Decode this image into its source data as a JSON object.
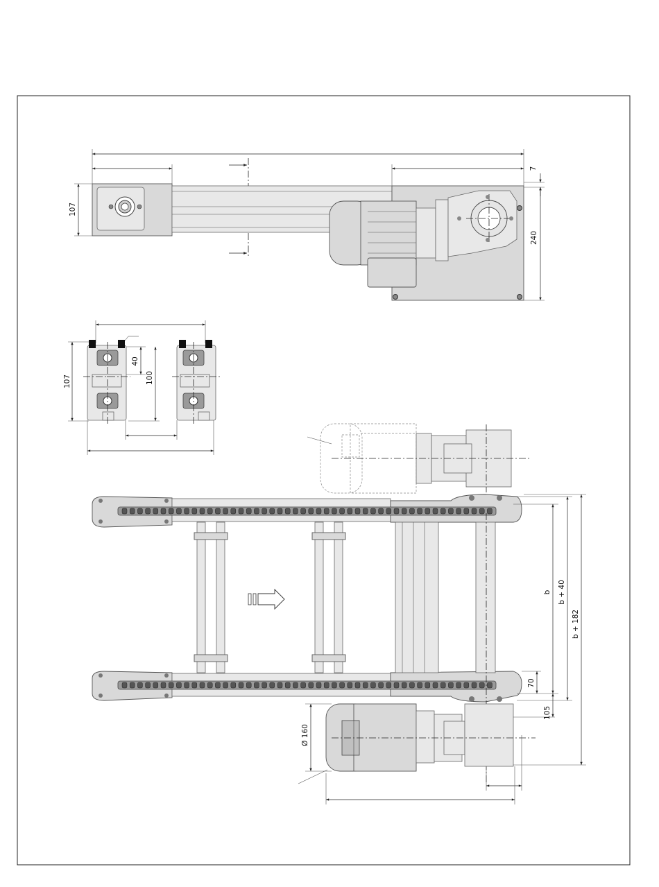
{
  "drawing": {
    "dimensions": {
      "side_height": "107",
      "offset_7": "7",
      "height_240": "240",
      "profile_height": "107",
      "slot_40": "40",
      "slot_100": "100",
      "width_b": "b",
      "width_b40": "b + 40",
      "width_b182": "b + 182",
      "offset_70": "70",
      "offset_105": "105",
      "motor_dia": "Ø 160"
    }
  }
}
